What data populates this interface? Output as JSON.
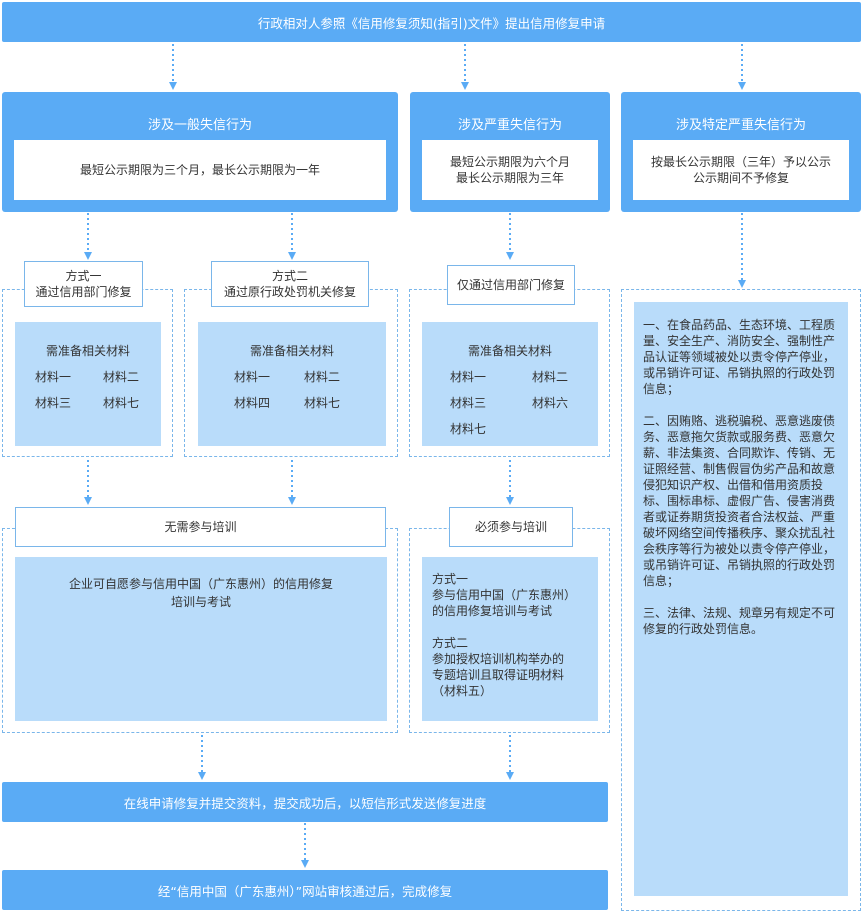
{
  "header": "行政相对人参照《信用修复须知(指引)文件》提出信用修复申请",
  "general": {
    "title": "涉及一般失信行为",
    "period": "最短公示期限为三个月，最长公示期限为一年",
    "methods": [
      {
        "tag": "方式一\n通过信用部门修复",
        "materials_title": "需准备相关材料",
        "materials": [
          "材料一",
          "材料二",
          "材料三",
          "材料七"
        ]
      },
      {
        "tag": "方式二\n通过原行政处罚机关修复",
        "materials_title": "需准备相关材料",
        "materials": [
          "材料一",
          "材料二",
          "材料四",
          "材料七"
        ]
      }
    ],
    "training": {
      "tag": "无需参与培训",
      "text": "企业可自愿参与信用中国（广东惠州）的信用修复\n培训与考试"
    }
  },
  "serious": {
    "title": "涉及严重失信行为",
    "period": "最短公示期限为六个月\n最长公示期限为三年",
    "method": {
      "tag": "仅通过信用部门修复",
      "materials_title": "需准备相关材料",
      "materials": [
        "材料一",
        "材料二",
        "材料三",
        "材料六",
        "材料七"
      ]
    },
    "training": {
      "tag": "必须参与培训",
      "text": "方式一\n参与信用中国（广东惠州）\n的信用修复培训与考试\n\n方式二\n参加授权培训机构举办的\n专题培训且取得证明材料\n（材料五）"
    }
  },
  "specific": {
    "title": "涉及特定严重失信行为",
    "period": "按最长公示期限（三年）予以公示\n公示期间不予修复",
    "items": [
      "一、在食品药品、生态环境、工程质量、安全生产、消防安全、强制性产品认证等领域被处以责令停产停业，或吊销许可证、吊销执照的行政处罚信息；",
      "二、因贿赂、逃税骗税、恶意逃废债务、恶意拖欠货款或服务费、恶意欠薪、非法集资、合同欺诈、传销、无证照经营、制售假冒伪劣产品和故意侵犯知识产权、出借和借用资质投标、围标串标、虚假广告、侵害消费者或证券期货投资者合法权益、严重破坏网络空间传播秩序、聚众扰乱社会秩序等行为被处以责令停产停业，或吊销许可证、吊销执照的行政处罚信息；",
      "三、法律、法规、规章另有规定不可修复的行政处罚信息。"
    ]
  },
  "step_submit": "在线申请修复并提交资料，提交成功后，以短信形式发送修复进度",
  "step_complete": "经“信用中国（广东惠州）”网站审核通过后，完成修复",
  "colors": {
    "primary": "#5aabf5",
    "light": "#b9dcfa",
    "dashed_border": "#7ab6ea"
  }
}
